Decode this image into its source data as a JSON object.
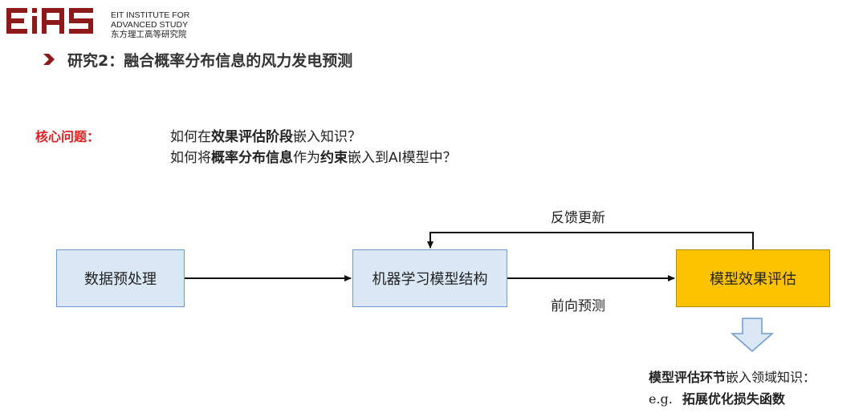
{
  "header": {
    "logo_text": "EIAS",
    "logo_line1": "EIT INSTITUTE FOR",
    "logo_line2": "ADVANCED STUDY",
    "logo_line3": "东方理工高等研究院",
    "title": "研究2：融合概率分布信息的风力发电预测"
  },
  "core": {
    "label": "核心问题：",
    "q1": {
      "p1": "如何在",
      "b1": "效果评估阶段",
      "p2": "嵌入知识？"
    },
    "q2": {
      "p1": "如何将",
      "b1": "概率分布信息",
      "p2": "作为",
      "b2": "约束",
      "p3": "嵌入到AI模型中？"
    }
  },
  "diagram": {
    "nodes": [
      {
        "id": "preprocess",
        "label": "数据预处理"
      },
      {
        "id": "model",
        "label": "机器学习模型结构"
      },
      {
        "id": "evaluate",
        "label": "模型效果评估"
      }
    ],
    "edges": [
      {
        "from": "preprocess",
        "to": "model",
        "label": ""
      },
      {
        "from": "model",
        "to": "evaluate",
        "label": "前向预测"
      },
      {
        "from": "evaluate",
        "to": "model",
        "label": "反馈更新"
      }
    ]
  },
  "note": {
    "line1_bold": "模型评估环节",
    "line1_rest": "嵌入领域知识：",
    "line2_prefix": "e.g.",
    "line2_bold": "拓展优化损失函数"
  },
  "colors": {
    "brand": "#8c1a1a",
    "accent_red": "#e02020",
    "node_blue": "#dae7f5",
    "node_gold": "#fdc200"
  }
}
